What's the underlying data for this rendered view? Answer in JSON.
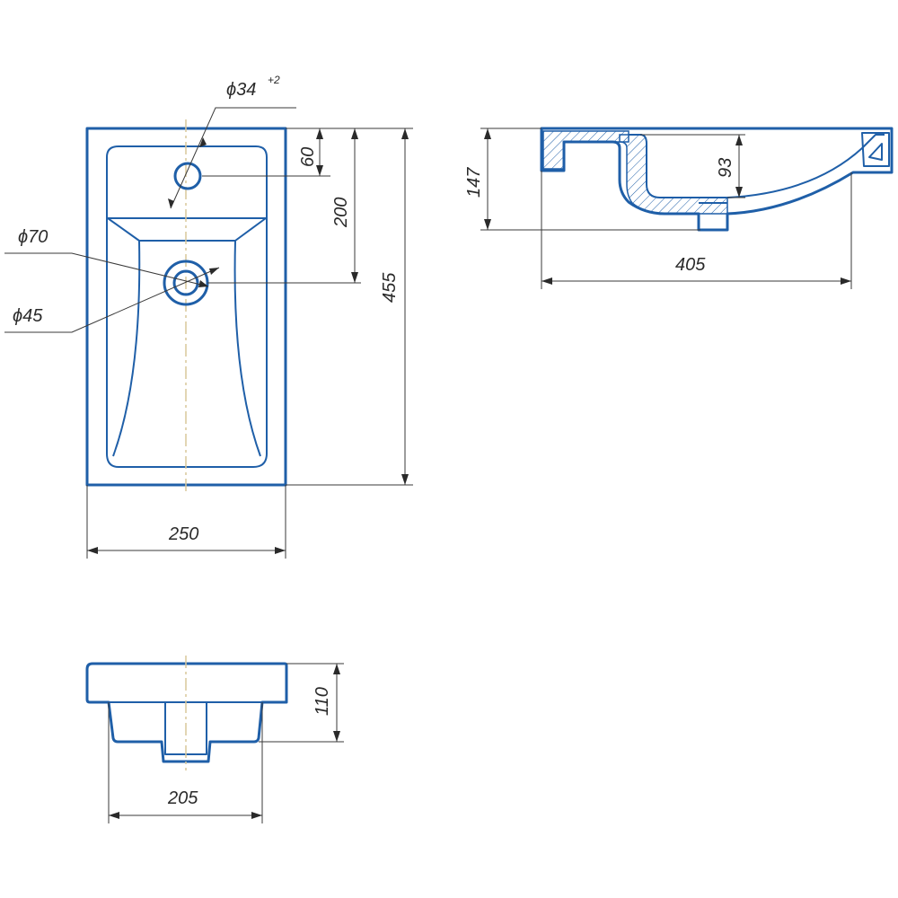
{
  "dimensions": {
    "hole_diameter": "ϕ34",
    "hole_tolerance": "+2",
    "hole_offset": "60",
    "drain_offset": "200",
    "total_depth": "455",
    "width_top": "250",
    "drain_outer": "ϕ70",
    "drain_inner": "ϕ45",
    "side_height": "147",
    "bowl_depth": "93",
    "side_length": "405",
    "front_height": "110",
    "bottom_width": "205"
  },
  "colors": {
    "outline": "#1f5fa8",
    "dimension": "#2a2a2a",
    "centerline": "#d9c79a"
  }
}
